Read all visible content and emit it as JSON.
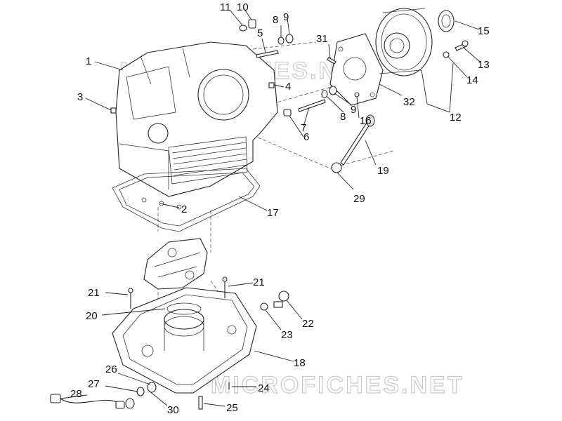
{
  "watermark": {
    "text": "MICROFICHES.NET"
  },
  "callouts": [
    "1",
    "2",
    "3",
    "4",
    "5",
    "6",
    "7",
    "8",
    "8",
    "9",
    "9",
    "10",
    "11",
    "12",
    "13",
    "14",
    "15",
    "16",
    "17",
    "18",
    "19",
    "20",
    "21",
    "21",
    "22",
    "23",
    "24",
    "25",
    "26",
    "27",
    "28",
    "29",
    "30",
    "31",
    "32"
  ]
}
